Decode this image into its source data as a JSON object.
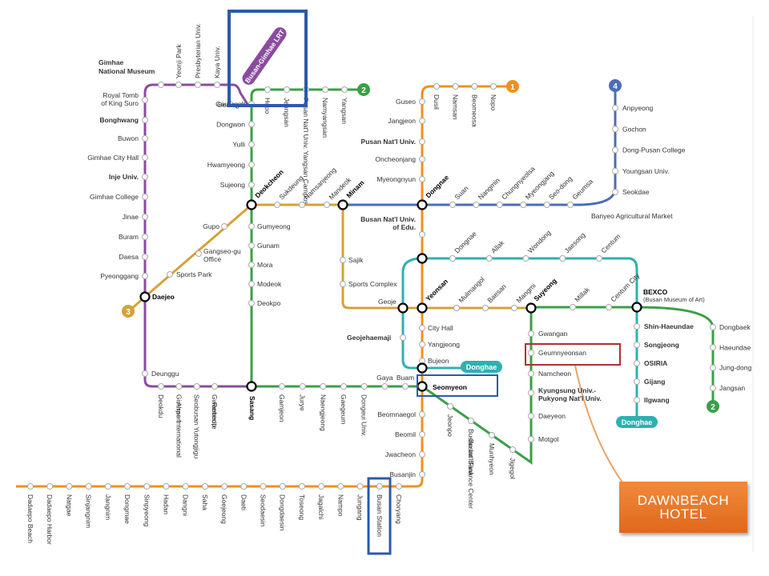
{
  "line_badges": {
    "l1": "1",
    "l2": "2",
    "l3": "3",
    "l4": "4"
  },
  "lrt_label": "Busan-Gimhae LRT",
  "line1": {
    "west": [
      "Dadaepo Beach",
      "Dadaepo Harbor",
      "Natgae",
      "Sinjangnim",
      "Jangnim",
      "Dongmae",
      "Sinpyeong",
      "Hadan",
      "Dangni",
      "Saha",
      "Goejeong",
      "Daeti",
      "Seodaesin",
      "Dongdaesin",
      "Toseong",
      "Jagalchi",
      "Nampo",
      "Jungang",
      "Busan Station",
      "Choryang"
    ],
    "vertical_lower": [
      "Busanjin",
      "Jwacheon",
      "Beomil",
      "Beomnaegol"
    ],
    "vertical_mid": [
      "Bujeon",
      "Yangjeong",
      "City Hall"
    ],
    "vertical_upper": [
      "Busan Nat'l Univ. of Edu.",
      "Myeongnyun",
      "Oncheonjang",
      "Pusan Nat'l Univ.",
      "Jangjeon",
      "Guseo"
    ],
    "north": [
      "Dusil",
      "Namsan",
      "Beomeosa",
      "Nopo"
    ]
  },
  "line2": {
    "west_vertical": [
      "Hopo",
      "Jeungsan",
      "Pusan Nat'l Univ. Yangsan Campus",
      "Namyangsan",
      "Yangsan"
    ],
    "deokcheon_north": [
      "Geumgok",
      "Dongwon",
      "Yulli",
      "Hwamyeong",
      "Sujeong"
    ],
    "deokcheon_south": [
      "Gumyeong",
      "Gunam",
      "Mora",
      "Modeok",
      "Deokpo"
    ],
    "bottom": [
      "Gamjeon",
      "Jurye",
      "Naengjeong",
      "Gaegeum",
      "Dongeui Univ.",
      "Gaya",
      "Buam"
    ],
    "southeast": [
      "Jeonpo",
      "Busan Int'l Finance Center -Busan Bank",
      "Munhyeon",
      "Jigegol"
    ],
    "east_vertical": [
      "Motgol",
      "Daeyeon",
      "Kyungsung Univ.- Pukyong Nat'l Univ.",
      "Namcheon",
      "Geumnyeonsan",
      "Gwangan"
    ],
    "connector": [
      "Millak",
      "Centum City"
    ],
    "haeundae": [
      "Dongbaek",
      "Haeundae",
      "Jung-dong",
      "Jangsan"
    ]
  },
  "line3": {
    "west": [
      "Sports Park",
      "Gangseo-gu Office",
      "Gupo"
    ],
    "middle": [
      "Sukdeung",
      "Namsanjeong",
      "Mandeok"
    ],
    "south": [
      "Sajik",
      "Sports Complex"
    ],
    "east": [
      "Mulmangol",
      "Baesan",
      "Mangmi"
    ]
  },
  "line4": {
    "stations": [
      "Suan",
      "Nangmin",
      "Chungnyeolsa",
      "Myeongjang",
      "Seo-dong",
      "Geumsa"
    ],
    "north": [
      "Seokdae",
      "Youngsan Univ.",
      "Dong-Pusan College",
      "Gochon",
      "Anpyeong"
    ],
    "terminal_label": "Banyeo Agricultural Market"
  },
  "lrt": {
    "north": [
      "Yeonji Park",
      "Presbyterian Univ.",
      "Kaya Univ."
    ],
    "west": [
      "Gimhae National Museum",
      "Royal Tomb of King Suro",
      "Bonghwang",
      "Buwon",
      "Gimhae City Hall",
      "Inje Univ.",
      "Gimhae College",
      "Jinae",
      "Buram",
      "Daesa",
      "Pyeonggang"
    ],
    "south": [
      "Deunggu",
      "Deokdu",
      "Gimhae International Airport",
      "Seobusan Yutongjigu",
      "Gwaebeop Renecite"
    ]
  },
  "donghae_line": [
    "Dongnae",
    "Allak",
    "Wondong",
    "Jaesong",
    "Centum"
  ],
  "donghae_tags": {
    "upper": "Donghae",
    "lower": "Donghae"
  },
  "east_stations": [
    "Shin-Haeundae",
    "Songjeong",
    "OSIRIA",
    "Gijang",
    "Ilgwang"
  ],
  "bexco": {
    "name": "BEXCO",
    "sub": "(Busan Museum of Art)"
  },
  "transfers": {
    "daejeo": "Daejeo",
    "sasang": "Sasang",
    "deokcheon": "Deokcheon",
    "minam": "Minam",
    "dongnae": "Dongnae",
    "yeonsan": "Yeonsan",
    "geoje": "Geoje",
    "suyeong": "Suyeong",
    "seomyeon": "Seomyeon",
    "geojehaemaji": "Geojehaemaji",
    "kaya_junction": "Geumgok"
  },
  "hotel_label": "DAWNBEACH HOTEL",
  "colors": {
    "line1": "#f0901e",
    "line2": "#3aa046",
    "line3": "#d4a23a",
    "line4": "#4a6eb5",
    "lrt": "#8a4c9e",
    "donghae": "#2fb0b0",
    "highlight_blue": "#2b5aa8",
    "highlight_red": "#b03030",
    "hotel": "#e87424"
  }
}
